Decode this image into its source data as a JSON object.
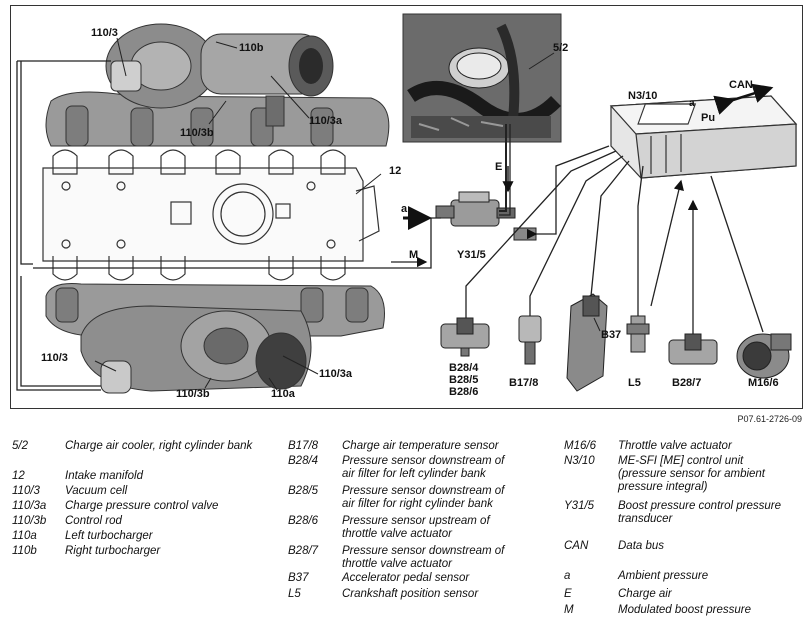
{
  "figure_id": "P07.61-2726-09",
  "diagram_labels": {
    "l110_3_top": "110/3",
    "l110b_top": "110b",
    "l110_3b_top": "110/3b",
    "l110_3a_top": "110/3a",
    "l12": "12",
    "l5_2": "5/2",
    "lN3_10": "N3/10",
    "lCAN": "CAN",
    "la_box": "a",
    "lPu": "Pu",
    "lE": "E",
    "la_arrow": "a",
    "lM": "M",
    "lY31_5": "Y31/5",
    "lB37": "B37",
    "l110_3_bottom": "110/3",
    "l110_3a_bottom": "110/3a",
    "l110_3b_bottom": "110/3b",
    "l110a": "110a",
    "lB28_4": "B28/4",
    "lB28_5": "B28/5",
    "lB28_6": "B28/6",
    "lB17_8": "B17/8",
    "lL5": "L5",
    "lB28_7": "B28/7",
    "lM16_6": "M16/6"
  },
  "legend": {
    "col1": [
      {
        "code": "5/2",
        "desc": "Charge air cooler, right cylinder bank"
      },
      {
        "code": "12",
        "desc": "Intake manifold"
      },
      {
        "code": "110/3",
        "desc": "Vacuum cell"
      },
      {
        "code": "110/3a",
        "desc": "Charge pressure control valve"
      },
      {
        "code": "110/3b",
        "desc": "Control rod"
      },
      {
        "code": "110a",
        "desc": "Left turbocharger"
      },
      {
        "code": "110b",
        "desc": "Right turbocharger"
      }
    ],
    "col2": [
      {
        "code": "B17/8",
        "desc": "Charge air temperature sensor"
      },
      {
        "code": "B28/4",
        "desc": "Pressure sensor downstream of air filter for left cylinder bank"
      },
      {
        "code": "B28/5",
        "desc": "Pressure sensor downstream of air filter for right cylinder bank"
      },
      {
        "code": "B28/6",
        "desc": "Pressure sensor upstream of throttle valve actuator"
      },
      {
        "code": "B28/7",
        "desc": "Pressure sensor downstream of throttle valve actuator"
      },
      {
        "code": "B37",
        "desc": "Accelerator pedal sensor"
      },
      {
        "code": "L5",
        "desc": "Crankshaft position sensor"
      }
    ],
    "col3": [
      {
        "code": "M16/6",
        "desc": "Throttle valve actuator"
      },
      {
        "code": "N3/10",
        "desc": "ME-SFI [ME] control unit (pressure sensor for ambient pressure integral)"
      },
      {
        "code": "Y31/5",
        "desc": "Boost pressure control pressure transducer"
      },
      {
        "code": "CAN",
        "desc": "Data bus"
      },
      {
        "code": "a",
        "desc": "Ambient pressure"
      },
      {
        "code": "E",
        "desc": "Charge air"
      },
      {
        "code": "M",
        "desc": "Modulated boost pressure"
      }
    ]
  }
}
